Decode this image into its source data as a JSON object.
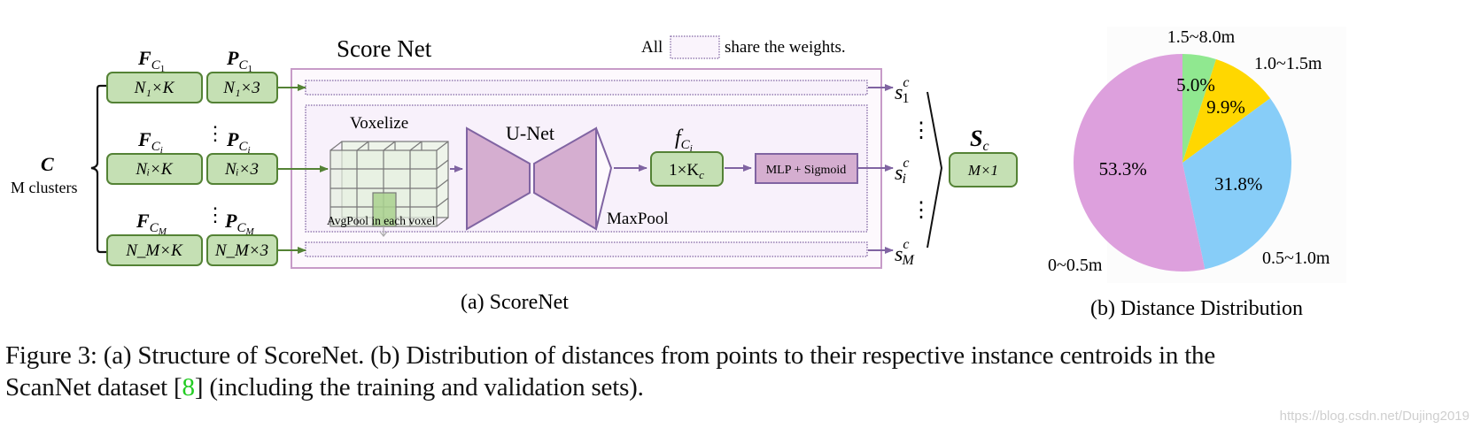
{
  "panel_a": {
    "title": "Score Net",
    "shared_note_prefix": "All",
    "shared_note_suffix": "share the weights.",
    "input_set": {
      "symbol": "C",
      "label": "M clusters"
    },
    "rows": [
      {
        "f_label": "F",
        "f_sub": "C",
        "f_subsub": "1",
        "f_dim": "N₁×K",
        "p_label": "P",
        "p_sub": "C",
        "p_subsub": "1",
        "p_dim": "N₁×3",
        "score": "s",
        "score_sub": "1",
        "score_sup": "c"
      },
      {
        "f_label": "F",
        "f_sub": "C",
        "f_subsub": "i",
        "f_dim": "Nᵢ×K",
        "p_label": "P",
        "p_sub": "C",
        "p_subsub": "i",
        "p_dim": "Nᵢ×3",
        "score": "s",
        "score_sub": "i",
        "score_sup": "c"
      },
      {
        "f_label": "F",
        "f_sub": "C",
        "f_subsub": "M",
        "f_dim": "N_M×K",
        "p_label": "P",
        "p_sub": "C",
        "p_subsub": "M",
        "p_dim": "N_M×3",
        "score": "s",
        "score_sub": "M",
        "score_sup": "c"
      }
    ],
    "vdots": "⋮",
    "voxelize_label": "Voxelize",
    "avgpool_label": "AvgPool in each voxel",
    "unet_label": "U-Net",
    "maxpool_label": "MaxPool",
    "feature": {
      "label": "f",
      "sub": "C",
      "subsub": "i",
      "dim": "1×K",
      "dim_sub": "c"
    },
    "mlp_label": "MLP + Sigmoid",
    "output": {
      "symbol": "S",
      "sub": "c",
      "dim": "M×1"
    },
    "subcaption": "(a) ScoreNet"
  },
  "chart_data": {
    "type": "pie",
    "title": "",
    "subcaption": "(b) Distance Distribution",
    "categories": [
      "1.5~8.0m",
      "1.0~1.5m",
      "0.5~1.0m",
      "0~0.5m"
    ],
    "values": [
      5.0,
      9.9,
      31.8,
      53.3
    ],
    "value_labels": [
      "5.0%",
      "9.9%",
      "31.8%",
      "53.3%"
    ],
    "colors": [
      "#90e890",
      "#ffd700",
      "#87cdf8",
      "#dda0dd"
    ],
    "start_angle_deg": 0,
    "direction": "clockwise"
  },
  "caption": {
    "line1": "Figure 3: (a) Structure of ScoreNet.  (b) Distribution of distances from points to their respective instance centroids in the",
    "line2_pre": "ScanNet dataset [",
    "line2_ref": "8",
    "line2_post": "] (including the training and validation sets)."
  },
  "watermark": "https://blog.csdn.net/Dujing2019",
  "colors": {
    "green_fill": "#c5e0b4",
    "green_stroke": "#548235",
    "purple_stroke": "#8064a2",
    "purple_fill": "#d5aed0",
    "frame_stroke": "#c79bc8",
    "frame_fill": "#fcf8fc"
  }
}
